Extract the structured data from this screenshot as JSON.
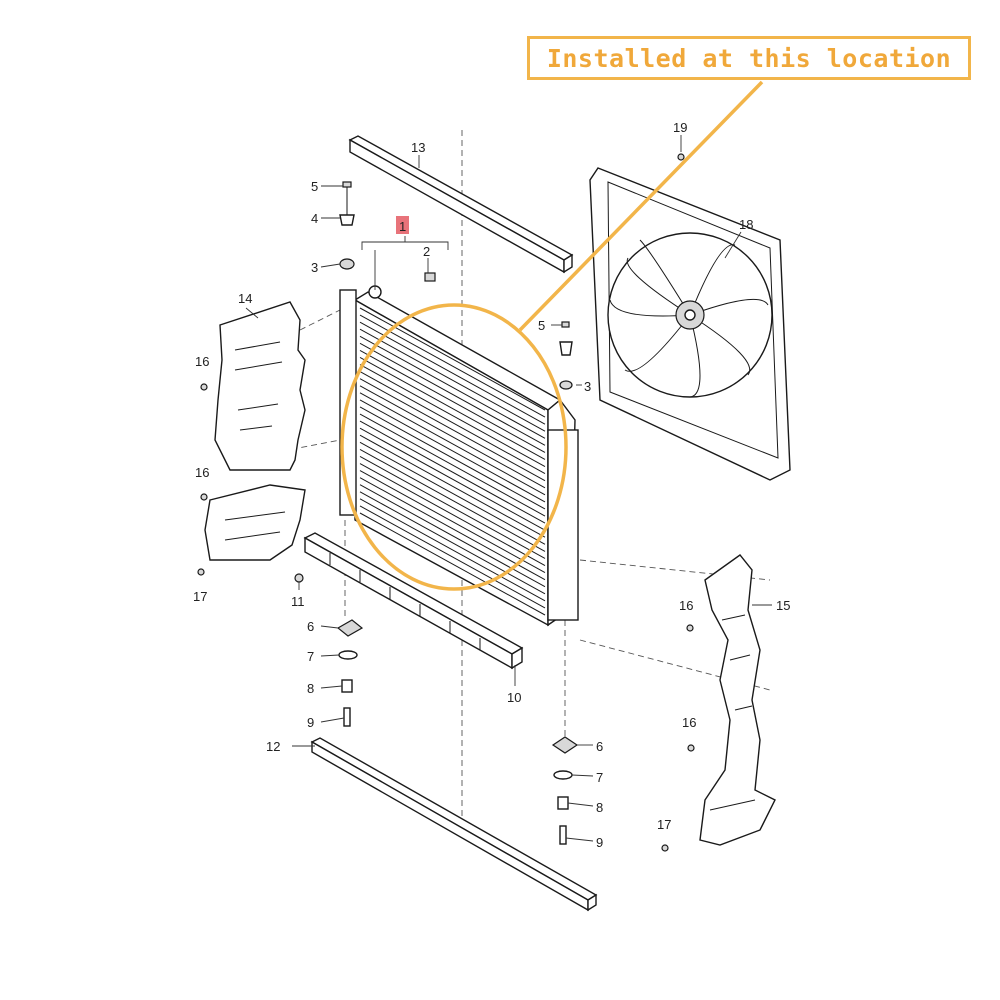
{
  "callout": {
    "text": "Installed at this location",
    "border_color": "#f2b54a",
    "text_color": "#f0a83a"
  },
  "highlight": {
    "primary_part": "1",
    "primary_part_color": "#e8737a",
    "ring_color": "#f2b54a"
  },
  "labels": {
    "p1": "1",
    "p2": "2",
    "p3_left": "3",
    "p3_right": "3",
    "p4": "4",
    "p5_left": "5",
    "p5_right": "5",
    "p6_left": "6",
    "p6_right": "6",
    "p7_left": "7",
    "p7_right": "7",
    "p8_left": "8",
    "p8_right": "8",
    "p9_left": "9",
    "p9_right": "9",
    "p10": "10",
    "p11": "11",
    "p12": "12",
    "p13": "13",
    "p14": "14",
    "p15": "15",
    "p16_a": "16",
    "p16_b": "16",
    "p16_c": "16",
    "p16_d": "16",
    "p17_a": "17",
    "p17_b": "17",
    "p18": "18",
    "p19": "19"
  }
}
